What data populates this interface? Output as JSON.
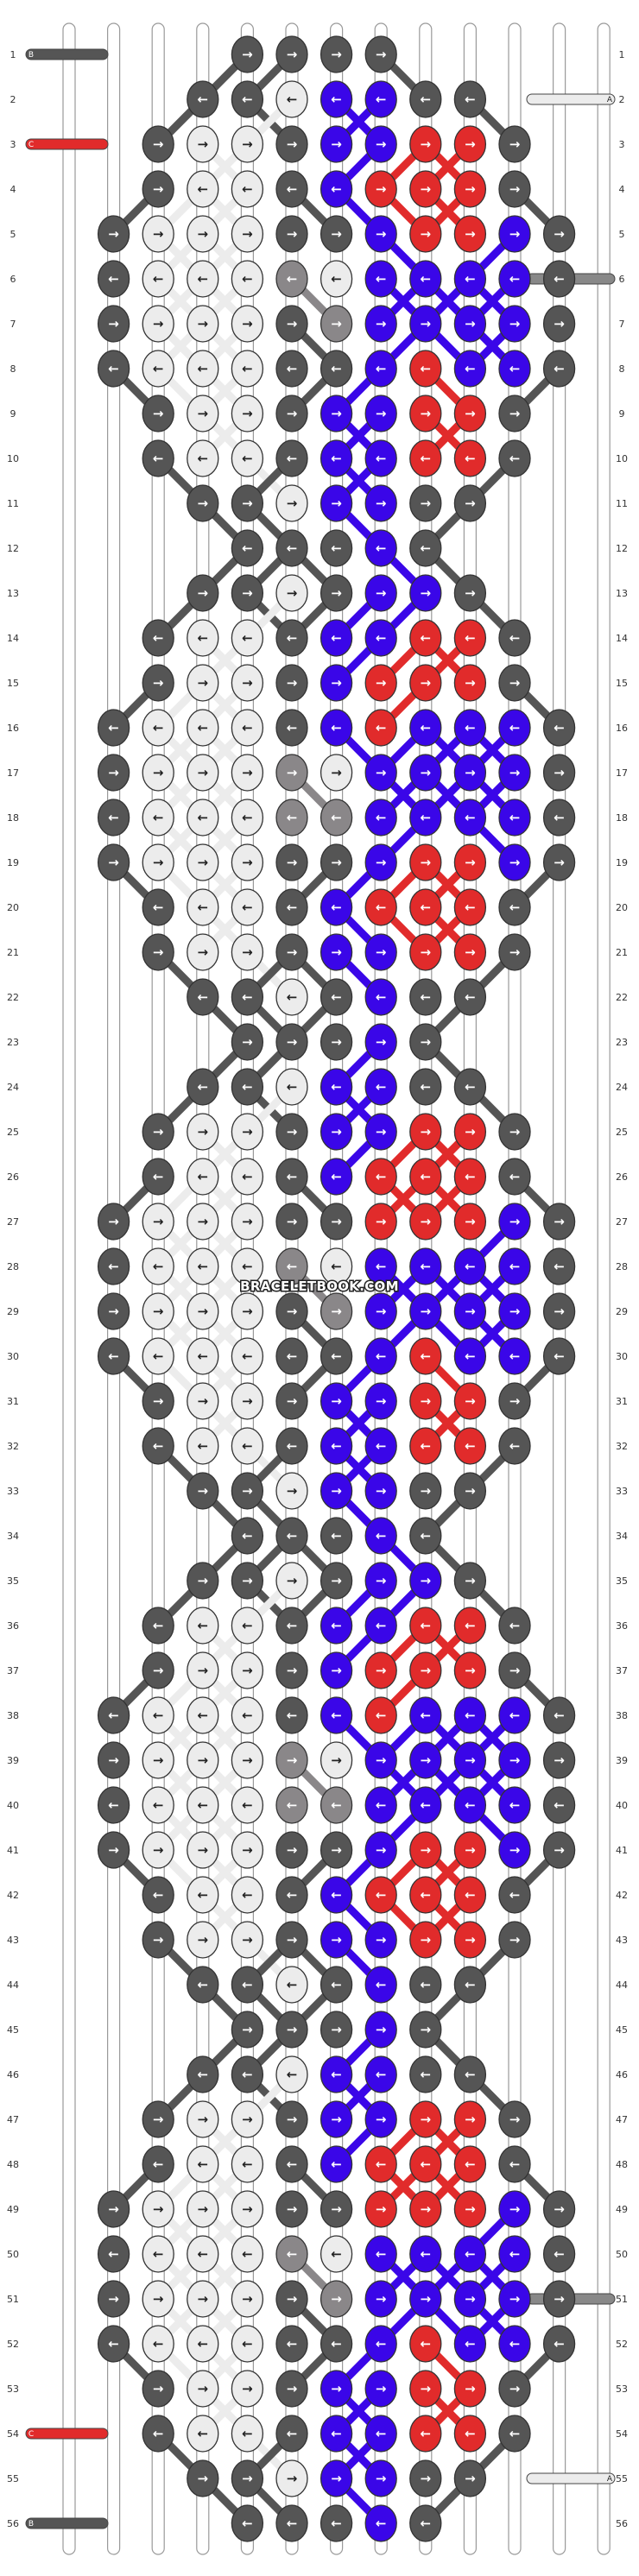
{
  "pattern": {
    "rows": 56,
    "strings": 13,
    "watermark": "BRACELETBOOK.COM",
    "colors": {
      "K": "#555555",
      "W": "#ececec",
      "G": "#8a8789",
      "B": "#3a06e8",
      "R": "#e12b2b"
    },
    "thread_ends": [
      {
        "row": 1,
        "side": "left",
        "color": "#555555",
        "letter": "B"
      },
      {
        "row": 2,
        "side": "right",
        "color": "#ececec",
        "letter": "A"
      },
      {
        "row": 3,
        "side": "left",
        "color": "#e12b2b",
        "letter": "C"
      },
      {
        "row": 6,
        "side": "right",
        "color": "#888888",
        "letter": ""
      },
      {
        "row": 51,
        "side": "right",
        "color": "#888888",
        "letter": ""
      },
      {
        "row": 54,
        "side": "left",
        "color": "#e12b2b",
        "letter": "C"
      },
      {
        "row": 55,
        "side": "right",
        "color": "#ececec",
        "letter": "A"
      },
      {
        "row": 56,
        "side": "left",
        "color": "#555555",
        "letter": "B"
      }
    ],
    "knots": [
      [
        "",
        "",
        "",
        "",
        "K>",
        "K>",
        "K>",
        "K>",
        "",
        "",
        "",
        "",
        ""
      ],
      [
        "",
        "",
        "",
        "K<",
        "K<",
        "W<",
        "B<",
        "B<",
        "K<",
        "K<",
        "",
        "",
        ""
      ],
      [
        "",
        "",
        "K>",
        "W>",
        "W>",
        "K>",
        "B>",
        "B>",
        "R>",
        "R>",
        "K>",
        "",
        ""
      ],
      [
        "",
        "",
        "K>",
        "W<",
        "W<",
        "K<",
        "B<",
        "R>",
        "R>",
        "R>",
        "K>",
        "",
        ""
      ],
      [
        "",
        "K>",
        "W>",
        "W>",
        "W>",
        "K>",
        "K>",
        "B>",
        "R>",
        "R>",
        "B>",
        "K>",
        ""
      ],
      [
        "",
        "K<",
        "W<",
        "W<",
        "W<",
        "G<",
        "W<",
        "B<",
        "B<",
        "B<",
        "B<",
        "K<",
        ""
      ],
      [
        "",
        "K>",
        "W>",
        "W>",
        "W>",
        "K>",
        "G>",
        "B>",
        "B>",
        "B>",
        "B>",
        "K>",
        ""
      ],
      [
        "",
        "K<",
        "W<",
        "W<",
        "W<",
        "K<",
        "K<",
        "B<",
        "R<",
        "B<",
        "B<",
        "K<",
        ""
      ],
      [
        "",
        "",
        "K>",
        "W>",
        "W>",
        "K>",
        "B>",
        "B>",
        "R>",
        "R>",
        "K>",
        "",
        ""
      ],
      [
        "",
        "",
        "K<",
        "W<",
        "W<",
        "K<",
        "B<",
        "B<",
        "R<",
        "R<",
        "K<",
        "",
        ""
      ],
      [
        "",
        "",
        "",
        "K>",
        "K>",
        "W>",
        "B>",
        "B>",
        "K>",
        "K>",
        "",
        "",
        ""
      ],
      [
        "",
        "",
        "",
        "",
        "K<",
        "K<",
        "K<",
        "B<",
        "K<",
        "",
        "",
        "",
        ""
      ],
      [
        "",
        "",
        "",
        "K>",
        "K>",
        "W>",
        "K>",
        "B>",
        "B>",
        "K>",
        "",
        "",
        ""
      ],
      [
        "",
        "",
        "K<",
        "W<",
        "W<",
        "K<",
        "B<",
        "B<",
        "R<",
        "R<",
        "K<",
        "",
        ""
      ],
      [
        "",
        "",
        "K>",
        "W>",
        "W>",
        "K>",
        "B>",
        "R>",
        "R>",
        "R>",
        "K>",
        "",
        ""
      ],
      [
        "",
        "K<",
        "W<",
        "W<",
        "W<",
        "K<",
        "B<",
        "R<",
        "B<",
        "B<",
        "B<",
        "K<",
        ""
      ],
      [
        "",
        "K>",
        "W>",
        "W>",
        "W>",
        "G>",
        "W>",
        "B>",
        "B>",
        "B>",
        "B>",
        "K>",
        ""
      ],
      [
        "",
        "K<",
        "W<",
        "W<",
        "W<",
        "G<",
        "G<",
        "B<",
        "B<",
        "B<",
        "B<",
        "K<",
        ""
      ],
      [
        "",
        "K>",
        "W>",
        "W>",
        "W>",
        "K>",
        "K>",
        "B>",
        "R>",
        "R>",
        "B>",
        "K>",
        ""
      ],
      [
        "",
        "",
        "K<",
        "W<",
        "W<",
        "K<",
        "B<",
        "R<",
        "R<",
        "R<",
        "K<",
        "",
        ""
      ],
      [
        "",
        "",
        "K>",
        "W>",
        "W>",
        "K>",
        "B>",
        "B>",
        "R>",
        "R>",
        "K>",
        "",
        ""
      ],
      [
        "",
        "",
        "",
        "K<",
        "K<",
        "W<",
        "K<",
        "B<",
        "K<",
        "K<",
        "",
        "",
        ""
      ],
      [
        "",
        "",
        "",
        "",
        "K>",
        "K>",
        "K>",
        "B>",
        "K>",
        "",
        "",
        "",
        ""
      ],
      [
        "",
        "",
        "",
        "K<",
        "K<",
        "W<",
        "B<",
        "B<",
        "K<",
        "K<",
        "",
        "",
        ""
      ],
      [
        "",
        "",
        "K>",
        "W>",
        "W>",
        "K>",
        "B>",
        "B>",
        "R>",
        "R>",
        "K>",
        "",
        ""
      ],
      [
        "",
        "",
        "K<",
        "W<",
        "W<",
        "K<",
        "B<",
        "R<",
        "R<",
        "R<",
        "K<",
        "",
        ""
      ],
      [
        "",
        "K>",
        "W>",
        "W>",
        "W>",
        "K>",
        "K>",
        "R>",
        "R>",
        "R>",
        "B>",
        "K>",
        ""
      ],
      [
        "",
        "K<",
        "W<",
        "W<",
        "W<",
        "G<",
        "W<",
        "B<",
        "B<",
        "B<",
        "B<",
        "K<",
        ""
      ],
      [
        "",
        "K>",
        "W>",
        "W>",
        "W>",
        "K>",
        "G>",
        "B>",
        "B>",
        "B>",
        "B>",
        "K>",
        ""
      ],
      [
        "",
        "K<",
        "W<",
        "W<",
        "W<",
        "K<",
        "K<",
        "B<",
        "R<",
        "B<",
        "B<",
        "K<",
        ""
      ],
      [
        "",
        "",
        "K>",
        "W>",
        "W>",
        "K>",
        "B>",
        "B>",
        "R>",
        "R>",
        "K>",
        "",
        ""
      ],
      [
        "",
        "",
        "K<",
        "W<",
        "W<",
        "K<",
        "B<",
        "B<",
        "R<",
        "R<",
        "K<",
        "",
        ""
      ],
      [
        "",
        "",
        "",
        "K>",
        "K>",
        "W>",
        "B>",
        "B>",
        "K>",
        "K>",
        "",
        "",
        ""
      ],
      [
        "",
        "",
        "",
        "",
        "K<",
        "K<",
        "K<",
        "B<",
        "K<",
        "",
        "",
        "",
        ""
      ],
      [
        "",
        "",
        "",
        "K>",
        "K>",
        "W>",
        "K>",
        "B>",
        "B>",
        "K>",
        "",
        "",
        ""
      ],
      [
        "",
        "",
        "K<",
        "W<",
        "W<",
        "K<",
        "B<",
        "B<",
        "R<",
        "R<",
        "K<",
        "",
        ""
      ],
      [
        "",
        "",
        "K>",
        "W>",
        "W>",
        "K>",
        "B>",
        "R>",
        "R>",
        "R>",
        "K>",
        "",
        ""
      ],
      [
        "",
        "K<",
        "W<",
        "W<",
        "W<",
        "K<",
        "B<",
        "R<",
        "B<",
        "B<",
        "B<",
        "K<",
        ""
      ],
      [
        "",
        "K>",
        "W>",
        "W>",
        "W>",
        "G>",
        "W>",
        "B>",
        "B>",
        "B>",
        "B>",
        "K>",
        ""
      ],
      [
        "",
        "K<",
        "W<",
        "W<",
        "W<",
        "G<",
        "G<",
        "B<",
        "B<",
        "B<",
        "B<",
        "K<",
        ""
      ],
      [
        "",
        "K>",
        "W>",
        "W>",
        "W>",
        "K>",
        "K>",
        "B>",
        "R>",
        "R>",
        "B>",
        "K>",
        ""
      ],
      [
        "",
        "",
        "K<",
        "W<",
        "W<",
        "K<",
        "B<",
        "R<",
        "R<",
        "R<",
        "K<",
        "",
        ""
      ],
      [
        "",
        "",
        "K>",
        "W>",
        "W>",
        "K>",
        "B>",
        "B>",
        "R>",
        "R>",
        "K>",
        "",
        ""
      ],
      [
        "",
        "",
        "",
        "K<",
        "K<",
        "W<",
        "K<",
        "B<",
        "K<",
        "K<",
        "",
        "",
        ""
      ],
      [
        "",
        "",
        "",
        "",
        "K>",
        "K>",
        "K>",
        "B>",
        "K>",
        "",
        "",
        "",
        ""
      ],
      [
        "",
        "",
        "",
        "K<",
        "K<",
        "W<",
        "B<",
        "B<",
        "K<",
        "K<",
        "",
        "",
        ""
      ],
      [
        "",
        "",
        "K>",
        "W>",
        "W>",
        "K>",
        "B>",
        "B>",
        "R>",
        "R>",
        "K>",
        "",
        ""
      ],
      [
        "",
        "",
        "K<",
        "W<",
        "W<",
        "K<",
        "B<",
        "R<",
        "R<",
        "R<",
        "K<",
        "",
        ""
      ],
      [
        "",
        "K>",
        "W>",
        "W>",
        "W>",
        "K>",
        "K>",
        "R>",
        "R>",
        "R>",
        "B>",
        "K>",
        ""
      ],
      [
        "",
        "K<",
        "W<",
        "W<",
        "W<",
        "G<",
        "W<",
        "B<",
        "B<",
        "B<",
        "B<",
        "K<",
        ""
      ],
      [
        "",
        "K>",
        "W>",
        "W>",
        "W>",
        "K>",
        "G>",
        "B>",
        "B>",
        "B>",
        "B>",
        "K>",
        ""
      ],
      [
        "",
        "K<",
        "W<",
        "W<",
        "W<",
        "K<",
        "K<",
        "B<",
        "R<",
        "B<",
        "B<",
        "K<",
        ""
      ],
      [
        "",
        "",
        "K>",
        "W>",
        "W>",
        "K>",
        "B>",
        "B>",
        "R>",
        "R>",
        "K>",
        "",
        ""
      ],
      [
        "",
        "",
        "K<",
        "W<",
        "W<",
        "K<",
        "B<",
        "B<",
        "R<",
        "R<",
        "K<",
        "",
        ""
      ],
      [
        "",
        "",
        "",
        "K>",
        "K>",
        "W>",
        "B>",
        "B>",
        "K>",
        "K>",
        "",
        "",
        ""
      ],
      [
        "",
        "",
        "",
        "",
        "K<",
        "K<",
        "K<",
        "B<",
        "K<",
        "",
        "",
        "",
        ""
      ]
    ]
  }
}
